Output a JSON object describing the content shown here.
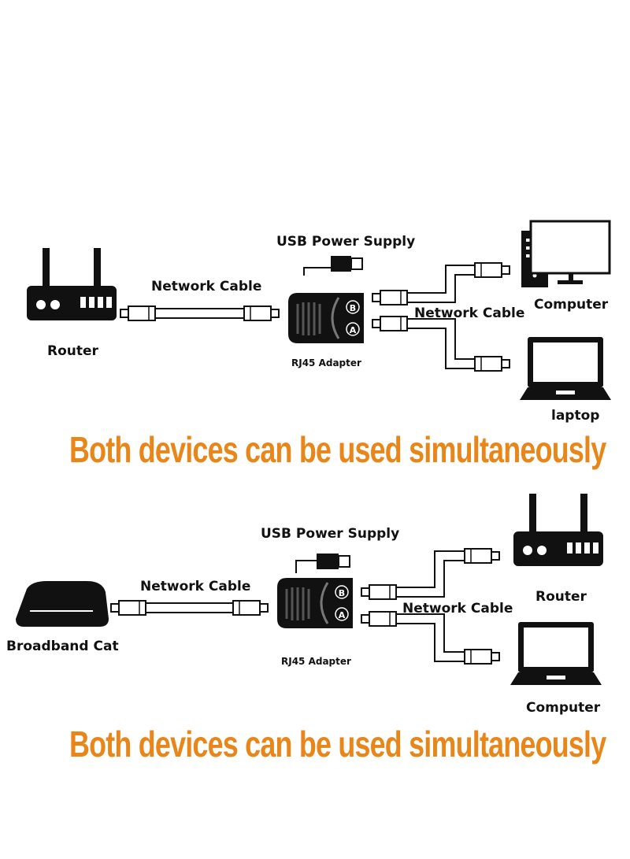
{
  "colors": {
    "ink": "#111111",
    "headline": "#e8861a",
    "cable": "#ffffff"
  },
  "section_top": {
    "usb_label": "USB Power Supply",
    "cable_left_label": "Network Cable",
    "cable_right_label": "Network Cable",
    "adapter_label": "RJ45 Adapter",
    "source_label": "Router",
    "device_a_label": "Computer",
    "device_b_label": "laptop",
    "port_b": "B",
    "port_a": "A",
    "headline": "Both devices can be used simultaneously"
  },
  "section_bottom": {
    "usb_label": "USB Power Supply",
    "cable_left_label": "Network Cable",
    "cable_right_label": "Network Cable",
    "adapter_label": "RJ45 Adapter",
    "source_label": "Broadband Cat",
    "device_a_label": "Router",
    "device_b_label": "Computer",
    "port_b": "B",
    "port_a": "A",
    "headline": "Both devices can be used simultaneously"
  }
}
